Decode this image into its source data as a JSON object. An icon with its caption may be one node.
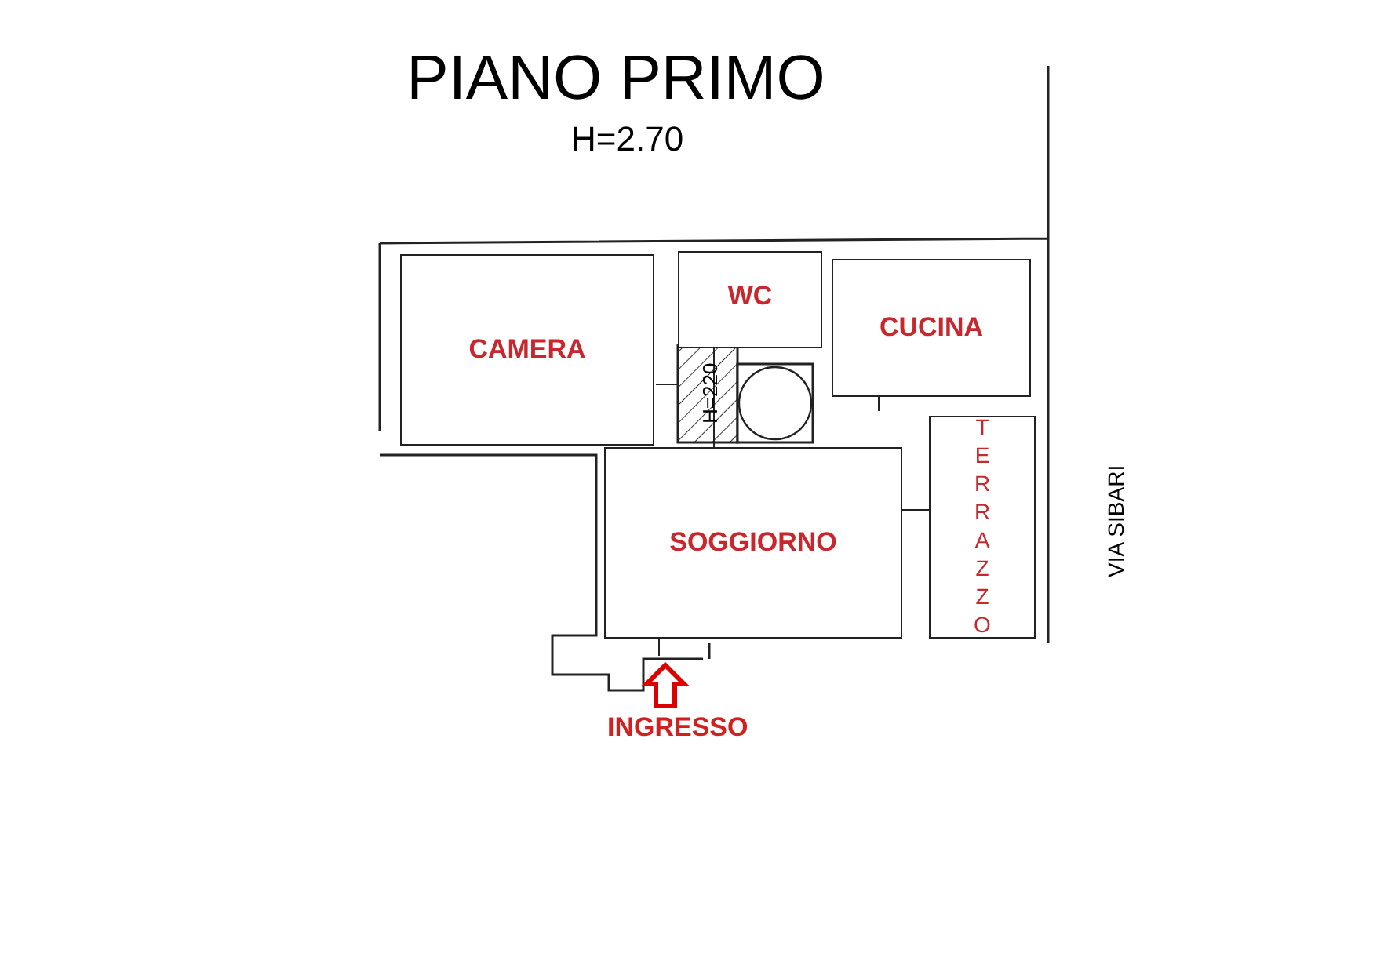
{
  "diagram": {
    "title": "PIANO PRIMO",
    "nodes": [
      {
        "text": [
          "CAMERA"
        ]
      },
      {
        "text": [
          "WC"
        ]
      },
      {
        "text": [
          "CUCINA"
        ]
      },
      {
        "text": [
          "SOGGIORNO"
        ]
      },
      {
        "text": [
          "TERRAZZO"
        ]
      }
    ],
    "labels": [
      "H=2.70",
      "H=220",
      "INGRESSO",
      "VIA SIBARI"
    ]
  }
}
